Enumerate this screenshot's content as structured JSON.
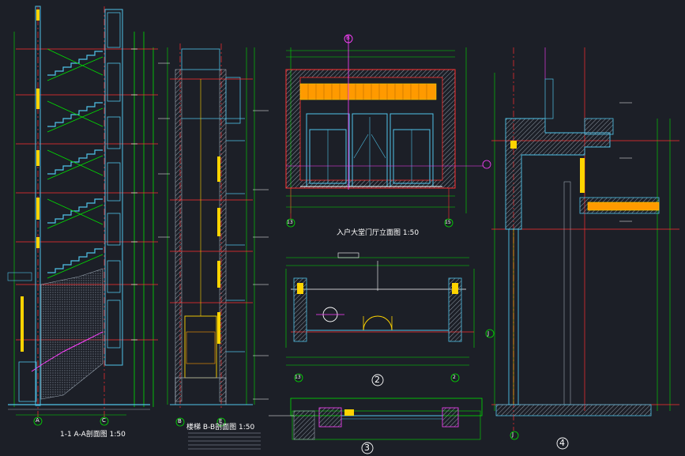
{
  "titles": {
    "section_aa": "1-1 A-A剖面图 1:50",
    "section_bb": "楼梯 B-B剖面图 1:50",
    "entrance_elevation": "入户大堂门厅立面图 1:50"
  },
  "detail_markers": {
    "plan": "2",
    "detail": "3",
    "wall_section": "4"
  },
  "axis_labels": {
    "a": "A",
    "c": "C",
    "b": "B",
    "e": "E",
    "n13_left": "13",
    "n15_right": "15",
    "n13_bottom": "13",
    "n2_bottom": "2",
    "j_right": "J",
    "j_bottom": "J",
    "elev_tag": "B"
  },
  "colors": {
    "background": "#1c1f27",
    "axis_red": "#ff3030",
    "dim_green": "#00e000",
    "wall_cyan": "#4fc3e8",
    "hatch": "#9aa6b2",
    "yellow": "#ffd400",
    "magenta": "#ff40ff",
    "white": "#ffffff",
    "orange": "#ff9a00"
  }
}
